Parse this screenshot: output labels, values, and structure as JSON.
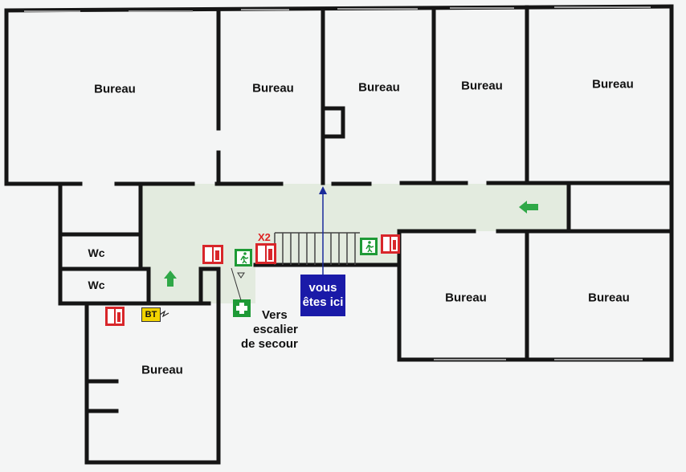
{
  "rooms": {
    "bureau_top_1": "Bureau",
    "bureau_top_2": "Bureau",
    "bureau_top_3": "Bureau",
    "bureau_top_4": "Bureau",
    "bureau_top_5": "Bureau",
    "bureau_right_1": "Bureau",
    "bureau_right_2": "Bureau",
    "bureau_bottom_left": "Bureau",
    "wc_1": "Wc",
    "wc_2": "Wc"
  },
  "you_are_here": {
    "line1": "vous",
    "line2": "êtes ici"
  },
  "emergency_note": {
    "line1": "Vers",
    "line2": "escalier",
    "line3": "de secour"
  },
  "extinguisher_count": "X2",
  "electrical_panel": "BT",
  "colors": {
    "corridor": "#e3ebdf",
    "wall": "#151515",
    "you_are_here_bg": "#1a1aa8",
    "exit_green": "#1e9a36",
    "fire_red": "#d8262a",
    "arrow_green": "#2fa847",
    "route_line": "#1a2a9a"
  },
  "icons": [
    "exit-sign-icon",
    "fire-extinguisher-icon",
    "first-aid-icon",
    "electrical-panel-icon",
    "evacuation-arrow-icon"
  ]
}
